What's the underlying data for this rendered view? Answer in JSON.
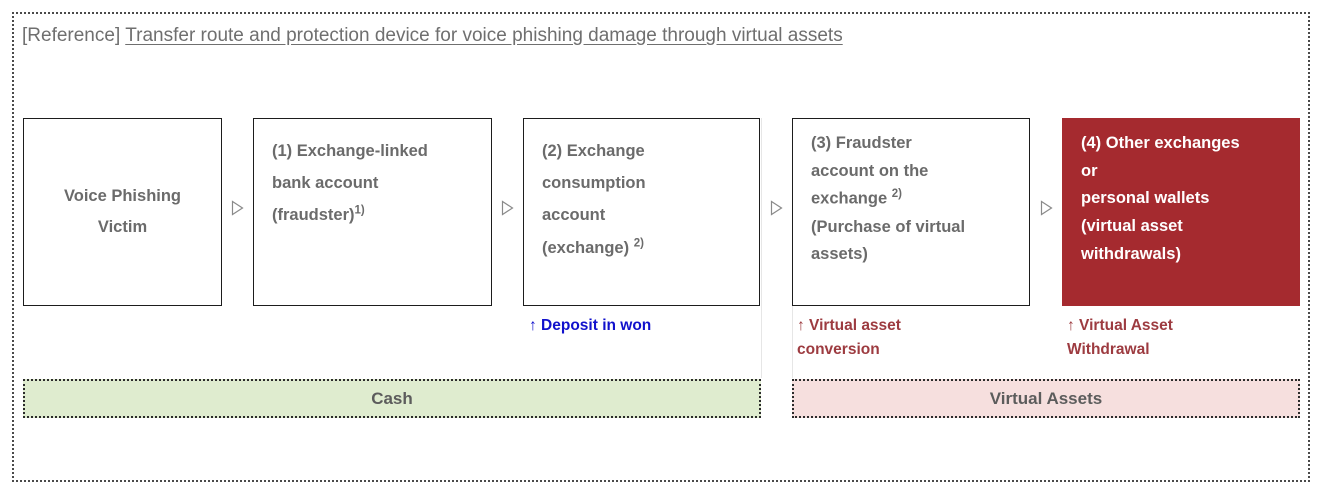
{
  "frame": {
    "title_prefix": "[Reference]",
    "title_main": "Transfer route and protection device for voice phishing damage through virtual assets"
  },
  "colors": {
    "highlight_box_bg": "#a52a2f",
    "cash_bar_bg": "#dfeccf",
    "virtual_assets_bar_bg": "#f6dfde",
    "blue_annotation": "#1111cc",
    "maroon_annotation": "#9d3b40",
    "box_text": "#6b6b6b",
    "title_text": "#6f6f6f"
  },
  "flow": {
    "boxes": [
      {
        "id": "victim",
        "style": "centered",
        "lines": [
          "Voice Phishing",
          "Victim"
        ],
        "superscript": ""
      },
      {
        "id": "bank-account",
        "style": "left",
        "lines": [
          "(1) Exchange-linked",
          "bank account",
          "(fraudster)"
        ],
        "superscript": "1)"
      },
      {
        "id": "consumption-account",
        "style": "left",
        "lines": [
          "(2) Exchange",
          "consumption",
          "account",
          "(exchange) "
        ],
        "superscript": "2)"
      },
      {
        "id": "fraudster-account",
        "style": "left",
        "lines": [
          "(3) Fraudster",
          "account on the",
          "exchange ",
          "(Purchase of virtual",
          "assets)"
        ],
        "superscript": "2)",
        "superscript_after_line": 2
      },
      {
        "id": "other-exchanges",
        "style": "filled",
        "lines": [
          "(4) Other exchanges",
          "or",
          "personal wallets",
          "(virtual asset",
          "withdrawals)"
        ],
        "superscript": ""
      }
    ],
    "connectors": [
      "triangle-right",
      "triangle-right",
      "triangle-right",
      "triangle-right"
    ]
  },
  "annotations": [
    {
      "id": "deposit-in-won",
      "text": "↑ Deposit in won",
      "color": "blue"
    },
    {
      "id": "virtual-asset-conversion",
      "text": "↑ Virtual asset\nconversion",
      "color": "maroon"
    },
    {
      "id": "virtual-asset-withdrawal",
      "text": "↑ Virtual Asset\nWithdrawal",
      "color": "maroon"
    }
  ],
  "category_bars": [
    {
      "id": "cash",
      "label": "Cash"
    },
    {
      "id": "virtual-assets",
      "label": "Virtual Assets"
    }
  ]
}
